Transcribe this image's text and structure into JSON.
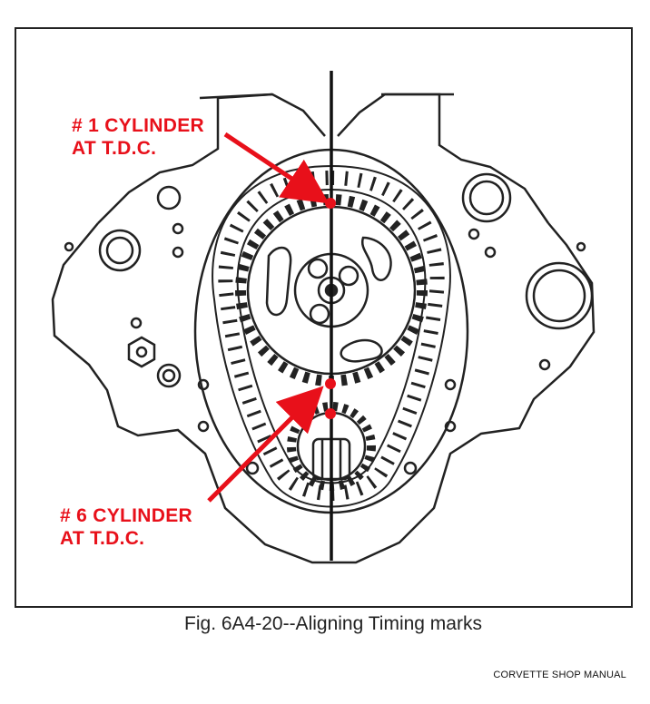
{
  "callouts": {
    "top": {
      "line1": "# 1 CYLINDER",
      "line2": "AT T.D.C."
    },
    "bottom": {
      "line1": "# 6 CYLINDER",
      "line2": "AT T.D.C."
    }
  },
  "caption": "Fig. 6A4-20--Aligning Timing marks",
  "source": "CORVETTE SHOP MANUAL",
  "colors": {
    "marker": "#e8101a",
    "line": "#111111"
  }
}
